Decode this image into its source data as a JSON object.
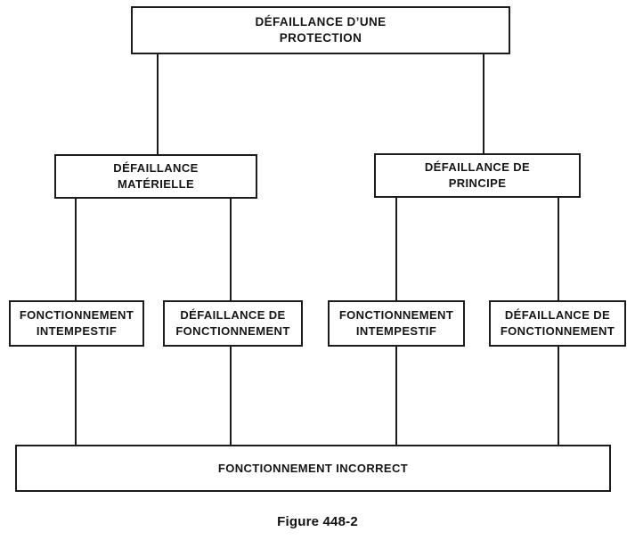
{
  "figure": {
    "caption": "Figure 448-2"
  },
  "colors": {
    "ink": "#1c1c1c",
    "background": "#ffffff"
  },
  "diagram": {
    "type": "tree",
    "nodes": {
      "root": {
        "line1": "DÉFAILLANCE D’UNE",
        "line2": "PROTECTION"
      },
      "material": {
        "line1": "DÉFAILLANCE",
        "line2": "MATÉRIELLE"
      },
      "principle": {
        "line1": "DÉFAILLANCE DE",
        "line2": "PRINCIPE"
      },
      "material_untimely": {
        "line1": "FONCTIONNEMENT",
        "line2": "INTEMPESTIF"
      },
      "material_failure": {
        "line1": "DÉFAILLANCE DE",
        "line2": "FONCTIONNEMENT"
      },
      "principle_untimely": {
        "line1": "FONCTIONNEMENT",
        "line2": "INTEMPESTIF"
      },
      "principle_failure": {
        "line1": "DÉFAILLANCE DE",
        "line2": "FONCTIONNEMENT"
      },
      "incorrect": {
        "line1": "FONCTIONNEMENT INCORRECT"
      }
    },
    "edges": [
      [
        "root",
        "material"
      ],
      [
        "root",
        "principle"
      ],
      [
        "material",
        "material_untimely"
      ],
      [
        "material",
        "material_failure"
      ],
      [
        "principle",
        "principle_untimely"
      ],
      [
        "principle",
        "principle_failure"
      ],
      [
        "material_untimely",
        "incorrect"
      ],
      [
        "material_failure",
        "incorrect"
      ],
      [
        "principle_untimely",
        "incorrect"
      ],
      [
        "principle_failure",
        "incorrect"
      ]
    ]
  }
}
